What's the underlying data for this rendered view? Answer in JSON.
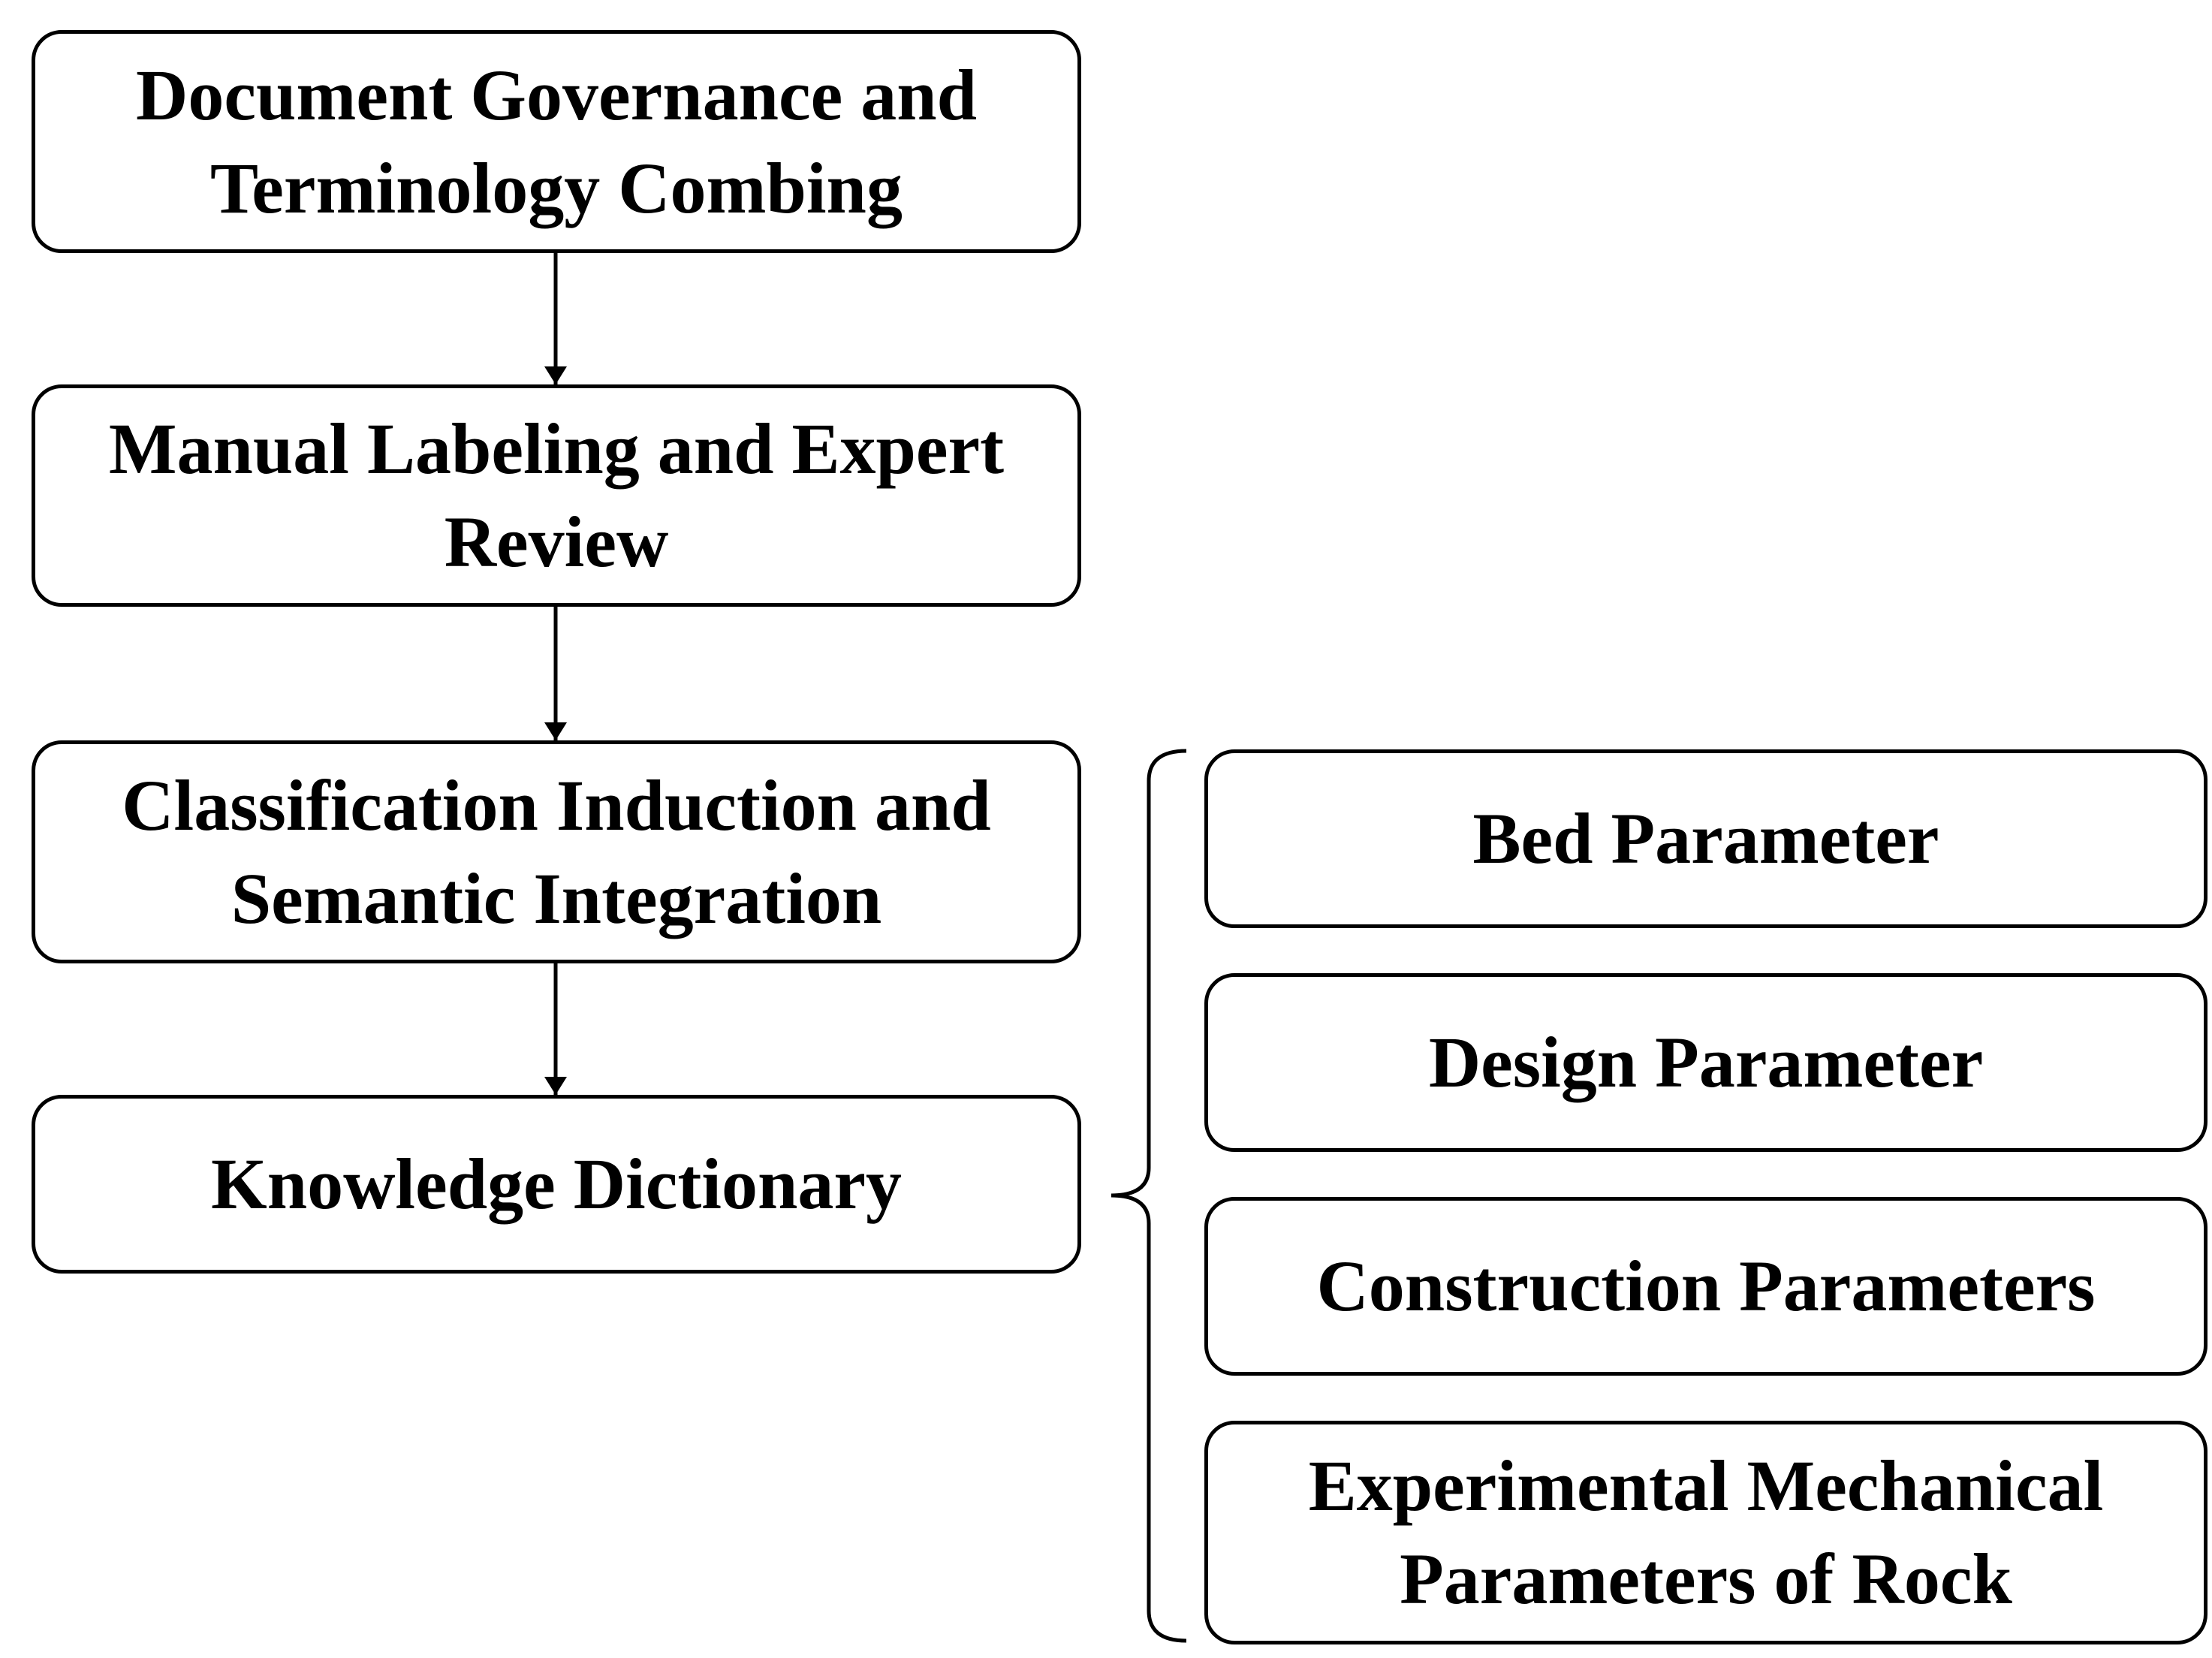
{
  "flow_steps": [
    {
      "label": "Document Governance and\nTerminology Combing"
    },
    {
      "label": "Manual Labeling and Expert\nReview"
    },
    {
      "label": "Classification Induction and\nSemantic Integration"
    },
    {
      "label": "Knowledge Dictionary"
    }
  ],
  "dictionary_categories": [
    {
      "label": "Bed Parameter"
    },
    {
      "label": "Design Parameter"
    },
    {
      "label": "Construction Parameters"
    },
    {
      "label": "Experimental Mechanical\nParameters of Rock"
    }
  ],
  "colors": {
    "stroke": "#000000",
    "background": "#ffffff"
  }
}
